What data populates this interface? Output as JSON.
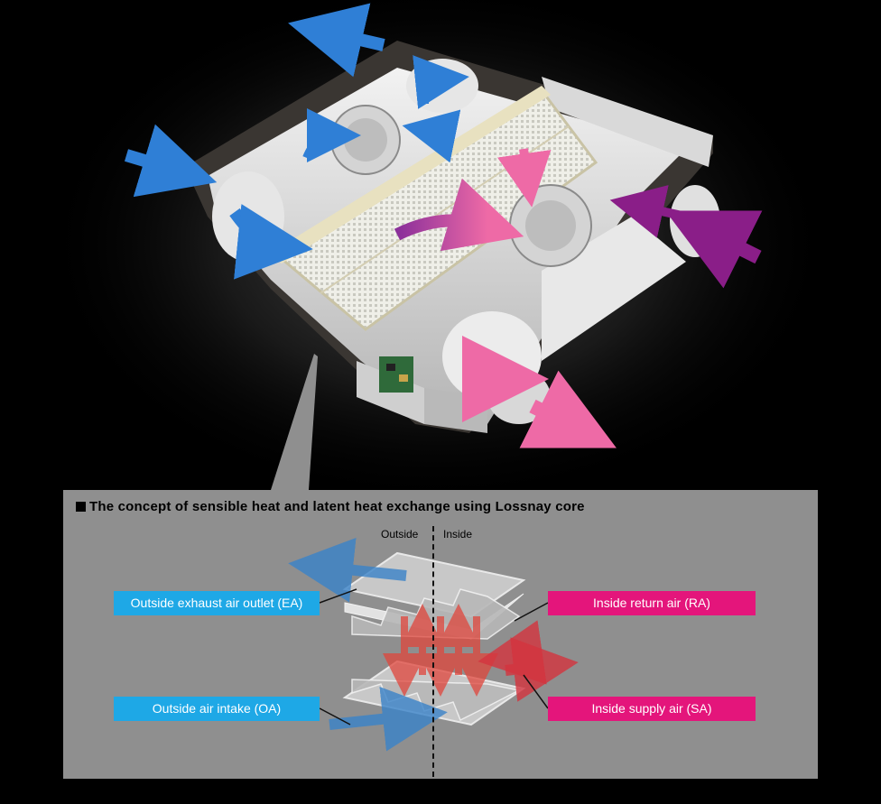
{
  "panel": {
    "title": "The concept of sensible heat and latent heat exchange using Lossnay core",
    "outside_label": "Outside",
    "inside_label": "Inside"
  },
  "labels": {
    "ea": "Outside exhaust air outlet (EA)",
    "oa": "Outside air intake (OA)",
    "ra": "Inside return air (RA)",
    "sa": "Inside supply air (SA)"
  },
  "colors": {
    "background": "#000000",
    "panel": "#8f8f8f",
    "outside_tag": "#1ea8e6",
    "inside_tag": "#e4157b",
    "exhaust_arrow": "#2f7fd6",
    "return_arrow": "#8a1e88",
    "supply_arrow": "#ec5fa1",
    "heat_arrow": "#e0463c"
  }
}
